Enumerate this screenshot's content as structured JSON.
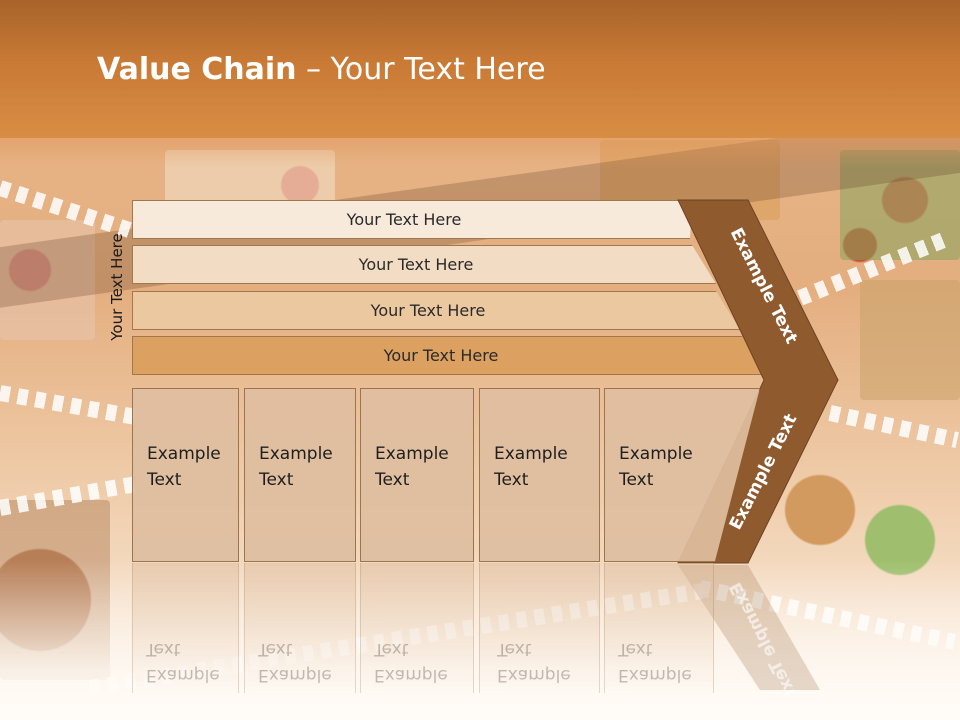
{
  "title": {
    "bold": "Value Chain",
    "rest": " – Your Text Here"
  },
  "side_label": "Your Text Here",
  "bars": [
    {
      "label": "Your Text Here",
      "color": "#f7eadb"
    },
    {
      "label": "Your Text Here",
      "color": "#f2dcc3"
    },
    {
      "label": "Your Text Here",
      "color": "#ecc8a1"
    },
    {
      "label": "Your Text Here",
      "color": "#dca060"
    }
  ],
  "boxes": [
    {
      "line1": "Example",
      "line2": "Text"
    },
    {
      "line1": "Example",
      "line2": "Text"
    },
    {
      "line1": "Example",
      "line2": "Text"
    },
    {
      "line1": "Example",
      "line2": "Text"
    },
    {
      "line1": "Example",
      "line2": "Text"
    }
  ],
  "chevron": {
    "upper_label": "Example Text",
    "lower_label": "Example Text",
    "reflection_label": "Example Text",
    "color": "#8f5a2e"
  },
  "colors": {
    "header": "#c97a35",
    "title_text": "#ffffff"
  }
}
